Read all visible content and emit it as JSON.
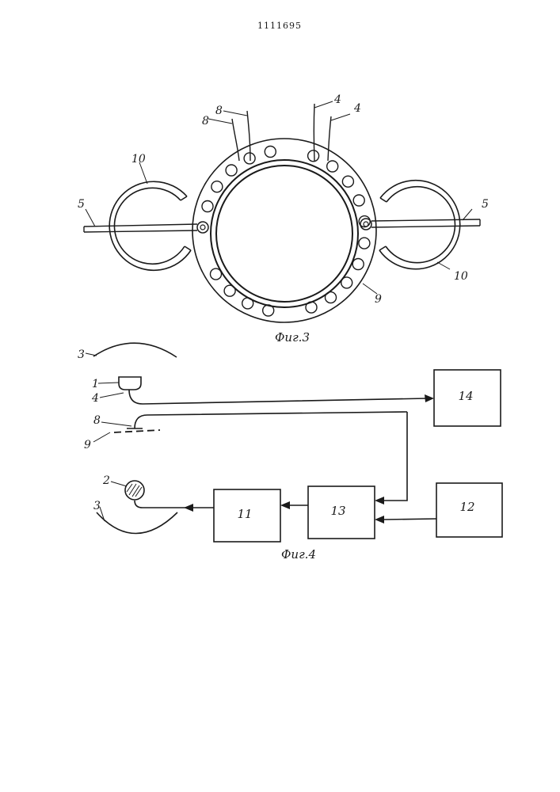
{
  "patent_number": "1111695",
  "figures": [
    {
      "id": "fig3",
      "caption": "Фиг.3",
      "labels": {
        "wire_8_outer": "8",
        "wire_8_inner": "8",
        "wire_4_left": "4",
        "wire_4_right": "4",
        "loop_10_left": "10",
        "loop_10_right": "10",
        "rod_5_left": "5",
        "rod_5_right": "5",
        "disc_9": "9"
      }
    },
    {
      "id": "fig4",
      "caption": "Фиг.4",
      "labels": {
        "arc_3_top": "3",
        "arc_3_bottom": "3",
        "part_1": "1",
        "part_4": "4",
        "part_8": "8",
        "part_9": "9",
        "part_2": "2"
      },
      "blocks": {
        "block_14": "14",
        "block_11": "11",
        "block_13": "13",
        "block_12": "12"
      }
    }
  ]
}
